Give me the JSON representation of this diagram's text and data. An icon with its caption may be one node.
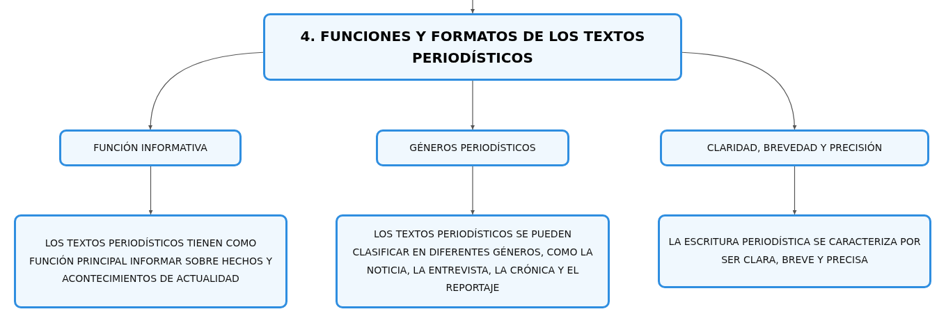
{
  "diagram": {
    "nodes": [
      {
        "text": [
          "4. FUNCIONES Y FORMATOS DE LOS TEXTOS PERIODÍSTICOS"
        ]
      },
      {
        "text": [
          "FUNCIÓN INFORMATIVA"
        ]
      },
      {
        "text": [
          "GÉNEROS PERIODÍSTICOS"
        ]
      },
      {
        "text": [
          "CLARIDAD, BREVEDAD Y PRECISIÓN"
        ]
      },
      {
        "text": [
          "LOS TEXTOS PERIODÍSTICOS TIENEN COMO FUNCIÓN PRINCIPAL INFORMAR SOBRE HECHOS Y ACONTECIMIENTOS DE ACTUALIDAD"
        ]
      },
      {
        "text": [
          "LOS TEXTOS PERIODÍSTICOS SE PUEDEN CLASIFICAR EN DIFERENTES GÉNEROS, COMO LA NOTICIA, LA ENTREVISTA, LA CRÓNICA Y EL REPORTAJE"
        ]
      },
      {
        "text": [
          "LA ESCRITURA PERIODÍSTICA SE CARACTERIZA POR SER CLARA, BREVE Y PRECISA"
        ]
      }
    ],
    "edges": [
      {
        "from": null,
        "to": 0,
        "arrow": "to"
      },
      {
        "from": 0,
        "to": 1,
        "arrow": "to"
      },
      {
        "from": 0,
        "to": 2,
        "arrow": "to"
      },
      {
        "from": 0,
        "to": 3,
        "arrow": "to"
      },
      {
        "from": 1,
        "to": 4,
        "arrow": "to"
      },
      {
        "from": 2,
        "to": 5,
        "arrow": "to"
      },
      {
        "from": 3,
        "to": 6,
        "arrow": "to"
      }
    ]
  }
}
